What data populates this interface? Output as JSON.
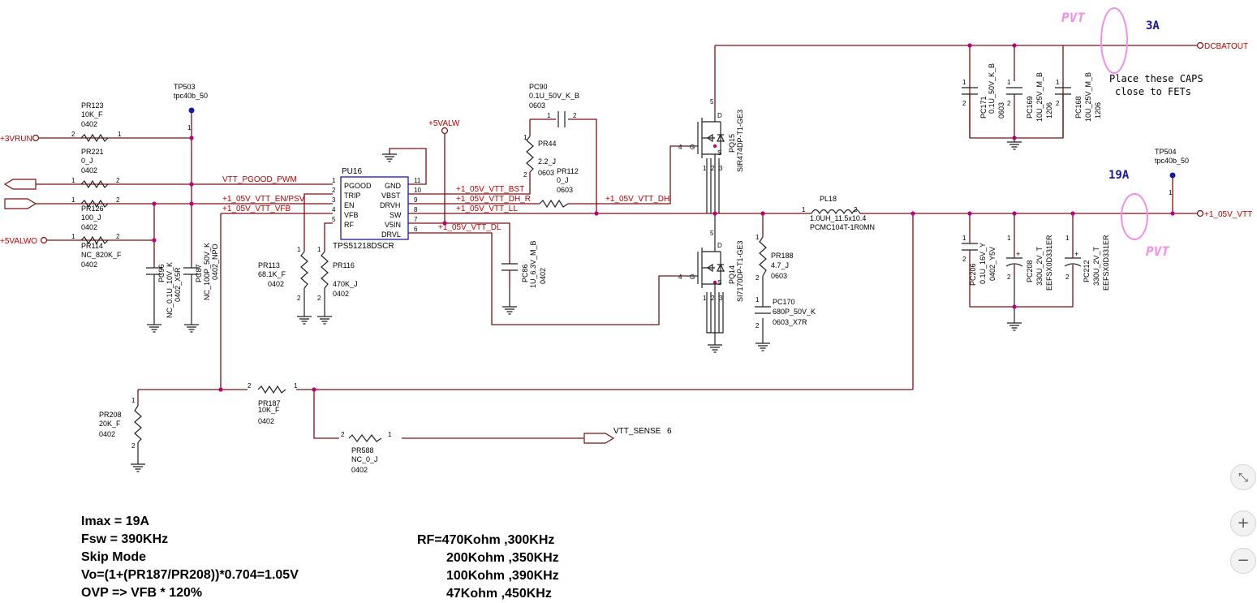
{
  "texts": {
    "tp503_ref": "TP503",
    "tp503_val": "tpc40b_50",
    "tp504_ref": "TP504",
    "tp504_val": "tpc40b_50",
    "pr123_ref": "PR123",
    "pr123_val": "10K_F",
    "pr123_pkg": "0402",
    "pr221_ref": "PR221",
    "pr221_val": "0_J",
    "pr221_pkg": "0402",
    "pr126_ref": "PR126",
    "pr126_val": "100_J",
    "pr126_pkg": "0402",
    "pr114_ref": "PR114",
    "pr114_val": "NC_820K_F",
    "pr114_pkg": "0402",
    "pc96_ref": "PC96",
    "pc96_val": "NC_0.1U_10V_K",
    "pc96_pkg": "0402_X5R",
    "pc87_ref": "PC87",
    "pc87_val": "NC_100P_50V_K",
    "pc87_pkg": "0402_NPO",
    "pr113_ref": "PR113",
    "pr113_val": "68.1K_F",
    "pr113_pkg": "0402",
    "pr116_ref": "PR116",
    "pr116_val": "470K_J",
    "pr116_pkg": "0402",
    "pu16_ref": "PU16",
    "pu16_part": "TPS51218DSCR",
    "pu16_pgood": "PGOOD",
    "pu16_trip": "TRIP",
    "pu16_en": "EN",
    "pu16_vfb": "VFB",
    "pu16_rf": "RF",
    "pu16_gnd": "GND",
    "pu16_vbst": "VBST",
    "pu16_drvh": "DRVH",
    "pu16_sw": "SW",
    "pu16_v5in": "V5IN",
    "pu16_drvl": "DRVL",
    "pc90_ref": "PC90",
    "pc90_val": "0.1U_50V_K_B",
    "pc90_pkg": "0603",
    "pr44_ref": "PR44",
    "pr44_val": "2.2_J",
    "pr44_pkg": "0603",
    "pr112_ref": "PR112",
    "pr112_val": "0_J",
    "pr112_pkg": "0603",
    "pc86_ref": "PC86",
    "pc86_val": "1U_6.3V_M_B",
    "pc86_pkg": "0402",
    "pq15_ref": "PQ15",
    "pq15_part": "SIR474DP-T1-GE3",
    "pq14_ref": "PQ14",
    "pq14_part": "SI7170DP-T1-GE3",
    "pl18_ref": "PL18",
    "pl18_val": "1.0UH_11.5x10.4",
    "pl18_part": "PCMC104T-1R0MN",
    "pr188_ref": "PR188",
    "pr188_val": "4.7_J",
    "pr188_pkg": "0603",
    "pc170_ref": "PC170",
    "pc170_val": "680P_50V_K",
    "pc170_pkg": "0603_X7R",
    "pc171_ref": "PC171",
    "pc171_val": "0.1U_50V_K_B",
    "pc171_pkg": "0603",
    "pc169_ref": "PC169",
    "pc169_val": "10U_25V_M_B",
    "pc169_pkg": "1206",
    "pc168_ref": "PC168",
    "pc168_val": "10U_25V_M_B",
    "pc168_pkg": "1206",
    "pc206_ref": "PC206",
    "pc206_val": "0.1U_16V_Y",
    "pc206_pkg": "0402_Y5V",
    "pc208_ref": "PC208",
    "pc208_val": "330U_2V_T",
    "pc208_part": "EEFSX0D331ER",
    "pc212_ref": "PC212",
    "pc212_val": "330U_2V_T",
    "pc212_part": "EEFSX0D331ER",
    "pr208_ref": "PR208",
    "pr208_val": "20K_F",
    "pr208_pkg": "0402",
    "pr187_ref": "PR187",
    "pr187_val": "10K_F",
    "pr187_pkg": "0402",
    "pr588_ref": "PR588",
    "pr588_val": "NC_0_J",
    "pr588_pkg": "0402"
  },
  "nets": {
    "p3vrun": "+3VRUN",
    "p5valw_left": "+5VALWO",
    "p5valw_top": "+5VALW",
    "vtt_pgood": "VTT_PGOOD_PWM",
    "vtt_en": "+1_05V_VTT_EN/PSV",
    "vtt_vfb": "+1_05V_VTT_VFB",
    "vtt_bst": "+1_05V_VTT_BST",
    "vtt_dh_r": "+1_05V_VTT_DH_R",
    "vtt_ll": "+1_05V_VTT_LL",
    "vtt_dl": "+1_05V_VTT_DL",
    "vtt_dh": "+1_05V_VTT_DH",
    "dcbatout": "DCBATOUT",
    "vtt_out": "+1_05V_VTT",
    "vtt_sense": "VTT_SENSE",
    "vtt_sense_page": "6"
  },
  "annotations": {
    "pvt_top": "PVT",
    "pvt_bottom": "PVT",
    "current_in": "3A",
    "current_out": "19A",
    "caps_note_line1": "Place these CAPS",
    "caps_note_line2": "close to FETs"
  },
  "pins": {
    "p1": "1",
    "p2": "2",
    "p3": "3",
    "p4": "4",
    "p5": "5",
    "p6": "6",
    "p7": "7",
    "p8": "8",
    "p9": "9",
    "p10": "10",
    "p11": "11",
    "g": "G",
    "d": "D",
    "s": "S"
  },
  "design_notes": [
    "Imax = 19A",
    "Fsw = 390KHz",
    "Skip Mode",
    "Vo=(1+(PR187/PR208))*0.704=1.05V",
    "OVP => VFB * 120%"
  ],
  "rf_table": [
    "RF=470Kohm ,300KHz",
    "200Kohm ,350KHz",
    "100Kohm ,390KHz",
    "47Kohm ,450KHz"
  ],
  "viewer": {
    "fit_icon": "⤡",
    "zoom_in": "+",
    "zoom_out": "−"
  },
  "colors": {
    "wire": "#7a1212",
    "net_label": "#c00000",
    "pvt": "#f090e8",
    "current": "#1a1aa0",
    "junction": "#c0007a"
  }
}
